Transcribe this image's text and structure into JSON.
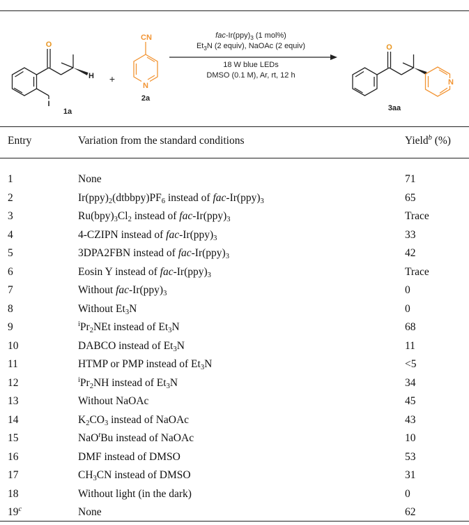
{
  "scheme": {
    "reactant1_label": "1a",
    "reactant2_label": "2a",
    "product_label": "3aa",
    "plus": "+",
    "atom_O": "O",
    "atom_H": "H",
    "atom_I": "I",
    "atom_CN": "CN",
    "atom_N": "N",
    "conditions": {
      "line1": {
        "prefix": "fac",
        "main": "-Ir(ppy)",
        "sub": "3",
        "suffix": " (1 mol%)"
      },
      "line2": {
        "a": "Et",
        "a_sub": "3",
        "b": "N (2 equiv), NaOAc (2 equiv)"
      },
      "line3": "18 W blue LEDs",
      "line4": "DMSO (0.1 M), Ar, rt, 12 h"
    },
    "colors": {
      "pyridine": "#f29433",
      "bond": "#222222"
    }
  },
  "table": {
    "headers": {
      "entry": "Entry",
      "variation": "Variation from the standard conditions",
      "yield_main": "Yield",
      "yield_sup": "b",
      "yield_unit": " (%)"
    },
    "rows": [
      {
        "entry": "1",
        "variation": [
          {
            "t": "None"
          }
        ],
        "yield": "71"
      },
      {
        "entry": "2",
        "variation": [
          {
            "t": "Ir(ppy)"
          },
          {
            "t": "2",
            "s": "sub"
          },
          {
            "t": "(dtbbpy)PF"
          },
          {
            "t": "6",
            "s": "sub"
          },
          {
            "t": " instead of "
          },
          {
            "t": "fac",
            "s": "i"
          },
          {
            "t": "-Ir(ppy)"
          },
          {
            "t": "3",
            "s": "sub"
          }
        ],
        "yield": "65"
      },
      {
        "entry": "3",
        "variation": [
          {
            "t": "Ru(bpy)"
          },
          {
            "t": "3",
            "s": "sub"
          },
          {
            "t": "Cl"
          },
          {
            "t": "2",
            "s": "sub"
          },
          {
            "t": " instead of "
          },
          {
            "t": "fac",
            "s": "i"
          },
          {
            "t": "-Ir(ppy)"
          },
          {
            "t": "3",
            "s": "sub"
          }
        ],
        "yield": "Trace"
      },
      {
        "entry": "4",
        "variation": [
          {
            "t": "4-CZIPN instead of "
          },
          {
            "t": "fac",
            "s": "i"
          },
          {
            "t": "-Ir(ppy)"
          },
          {
            "t": "3",
            "s": "sub"
          }
        ],
        "yield": "33"
      },
      {
        "entry": "5",
        "variation": [
          {
            "t": "3DPA2FBN instead of "
          },
          {
            "t": "fac",
            "s": "i"
          },
          {
            "t": "-Ir(ppy)"
          },
          {
            "t": "3",
            "s": "sub"
          }
        ],
        "yield": "42"
      },
      {
        "entry": "6",
        "variation": [
          {
            "t": "Eosin Y instead of "
          },
          {
            "t": "fac",
            "s": "i"
          },
          {
            "t": "-Ir(ppy)"
          },
          {
            "t": "3",
            "s": "sub"
          }
        ],
        "yield": "Trace"
      },
      {
        "entry": "7",
        "variation": [
          {
            "t": "Without "
          },
          {
            "t": "fac",
            "s": "i"
          },
          {
            "t": "-Ir(ppy)"
          },
          {
            "t": "3",
            "s": "sub"
          }
        ],
        "yield": "0"
      },
      {
        "entry": "8",
        "variation": [
          {
            "t": "Without Et"
          },
          {
            "t": "3",
            "s": "sub"
          },
          {
            "t": "N"
          }
        ],
        "yield": "0"
      },
      {
        "entry": "9",
        "variation": [
          {
            "t": "i",
            "s": "sup"
          },
          {
            "t": "Pr"
          },
          {
            "t": "2",
            "s": "sub"
          },
          {
            "t": "NEt instead of Et"
          },
          {
            "t": "3",
            "s": "sub"
          },
          {
            "t": "N"
          }
        ],
        "yield": "68"
      },
      {
        "entry": "10",
        "variation": [
          {
            "t": "DABCO instead of Et"
          },
          {
            "t": "3",
            "s": "sub"
          },
          {
            "t": "N"
          }
        ],
        "yield": "11"
      },
      {
        "entry": "11",
        "variation": [
          {
            "t": "HTMP or PMP instead of Et"
          },
          {
            "t": "3",
            "s": "sub"
          },
          {
            "t": "N"
          }
        ],
        "yield": "<5"
      },
      {
        "entry": "12",
        "variation": [
          {
            "t": "i",
            "s": "sup"
          },
          {
            "t": "Pr"
          },
          {
            "t": "2",
            "s": "sub"
          },
          {
            "t": "NH instead of Et"
          },
          {
            "t": "3",
            "s": "sub"
          },
          {
            "t": "N"
          }
        ],
        "yield": "34"
      },
      {
        "entry": "13",
        "variation": [
          {
            "t": "Without NaOAc"
          }
        ],
        "yield": "45"
      },
      {
        "entry": "14",
        "variation": [
          {
            "t": "K"
          },
          {
            "t": "2",
            "s": "sub"
          },
          {
            "t": "CO"
          },
          {
            "t": "3",
            "s": "sub"
          },
          {
            "t": " instead of NaOAc"
          }
        ],
        "yield": "43"
      },
      {
        "entry": "15",
        "variation": [
          {
            "t": "NaO"
          },
          {
            "t": "t",
            "s": "isup"
          },
          {
            "t": "Bu instead of NaOAc"
          }
        ],
        "yield": "10"
      },
      {
        "entry": "16",
        "variation": [
          {
            "t": "DMF instead of DMSO"
          }
        ],
        "yield": "53"
      },
      {
        "entry": "17",
        "variation": [
          {
            "t": "CH"
          },
          {
            "t": "3",
            "s": "sub"
          },
          {
            "t": "CN instead of DMSO"
          }
        ],
        "yield": "31"
      },
      {
        "entry": "18",
        "variation": [
          {
            "t": "Without light (in the dark)"
          }
        ],
        "yield": "0"
      },
      {
        "entry": "19",
        "entry_sup": "c",
        "variation": [
          {
            "t": "None"
          }
        ],
        "yield": "62"
      }
    ]
  }
}
